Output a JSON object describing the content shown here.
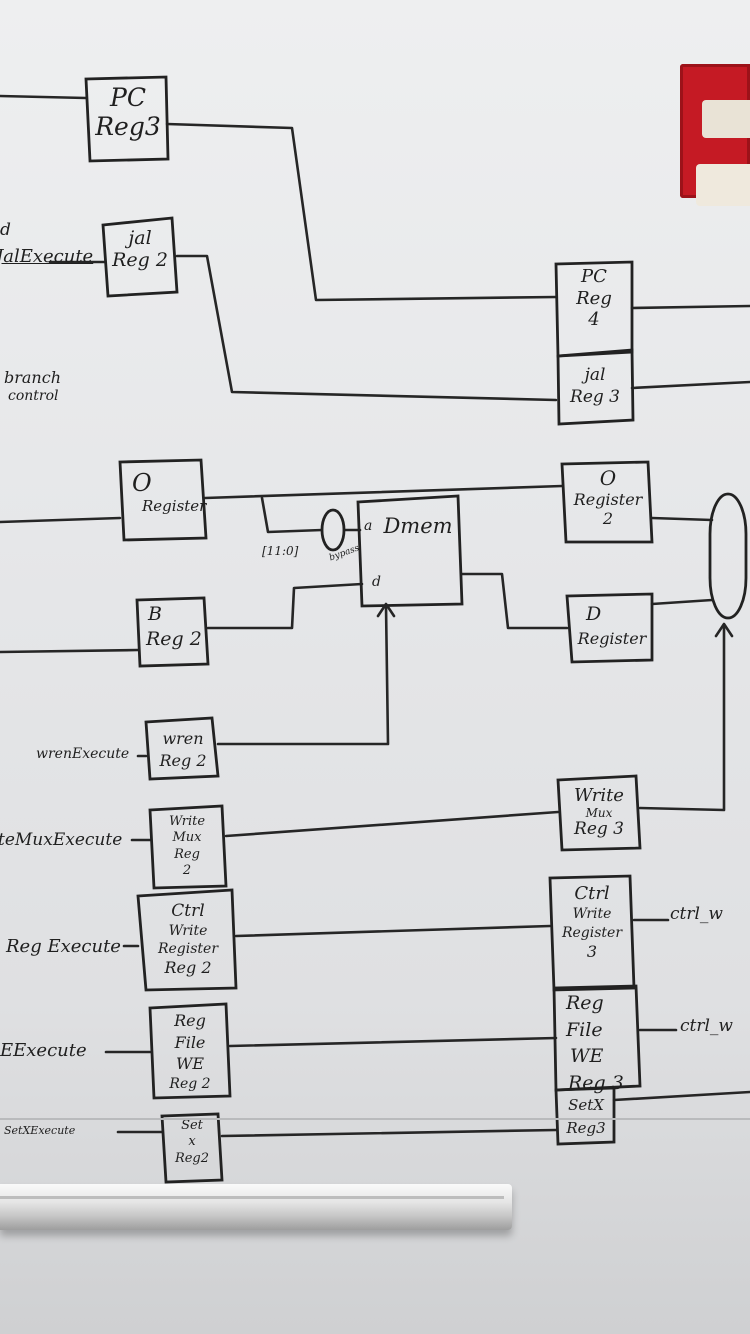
{
  "diagram": {
    "blocks": {
      "pc_reg3": [
        "PC",
        "Reg3"
      ],
      "jal_reg2": [
        "jal",
        "Reg 2"
      ],
      "pc_reg4": [
        "PC",
        "Reg",
        "4"
      ],
      "jal_reg3": [
        "jal",
        "Reg 3"
      ],
      "o_register": [
        "O",
        "Register"
      ],
      "o_register2": [
        "O",
        "Register",
        "2"
      ],
      "dmem": "Dmem",
      "d_register": [
        "D",
        "Register"
      ],
      "b_reg2": [
        "B",
        "Reg 2"
      ],
      "wren_reg2": [
        "wren",
        "Reg 2"
      ],
      "write_mux_reg2": [
        "Write",
        "Mux",
        "Reg",
        "2"
      ],
      "write_mux_reg3": [
        "Write",
        "Mux",
        "Reg 3"
      ],
      "ctrl_write_register_reg2": [
        "Ctrl",
        "Write",
        "Register",
        "Reg 2"
      ],
      "ctrl_write_register3": [
        "Ctrl",
        "Write",
        "Register",
        "3"
      ],
      "regfile_we_reg2": [
        "Reg",
        "File",
        "WE",
        "Reg 2"
      ],
      "regfile_we_reg3": [
        "Reg File",
        "WE",
        "Reg 3"
      ],
      "setx_reg2": [
        "Set",
        "x",
        "Reg2"
      ],
      "setx_reg3": [
        "SetX",
        "Reg3"
      ]
    },
    "labels": {
      "jal_execute_partial_top": "d",
      "jal_execute": "JalExecute",
      "branch": "branch",
      "control": "control",
      "addr_bits": "[11:0]",
      "bypass": "bypass",
      "port_a": "a",
      "port_d": "d",
      "wren_execute": "wrenExecute",
      "write_mux_execute": "teMuxExecute",
      "reg_execute": "Reg Execute",
      "we_execute": "EExecute",
      "setx_execute": "SetXExecute",
      "ctrl_w_1": "ctrl_w",
      "ctrl_w_2": "ctrl_w"
    },
    "colors": {
      "ink": "#222222",
      "whiteboard": "#eeeff0",
      "alarm_red": "#c51a24"
    }
  },
  "objects": {
    "fire_alarm": "fire-alarm-strobe",
    "marker_tray": "whiteboard-marker-tray"
  }
}
